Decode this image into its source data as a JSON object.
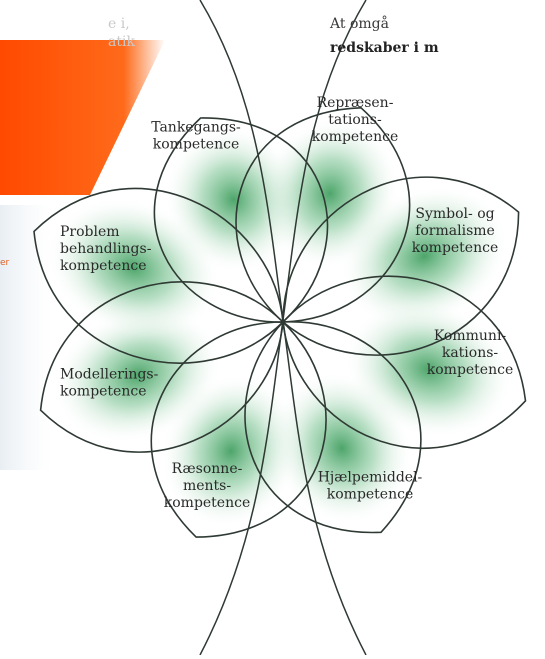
{
  "header": {
    "left_top": "e i,",
    "left_bottom": "atik",
    "right_top": "At omgå",
    "right_bottom": "redskaber i m"
  },
  "side_fragment": "er",
  "petals": [
    {
      "id": "tankegangs",
      "lines": [
        "Tankegangs-",
        "kompetence"
      ]
    },
    {
      "id": "repraesentations",
      "lines": [
        "Repræsen-",
        "tations-",
        "kompetence"
      ]
    },
    {
      "id": "symbol",
      "lines": [
        "Symbol- og",
        "formalisme",
        "kompetence"
      ]
    },
    {
      "id": "kommunikations",
      "lines": [
        "Kommuni-",
        "kations-",
        "kompetence"
      ]
    },
    {
      "id": "hjaelpemiddel",
      "lines": [
        "Hjælpemiddel-",
        "kompetence"
      ]
    },
    {
      "id": "raesonnements",
      "lines": [
        "Ræsonne-",
        "ments-",
        "kompetence"
      ]
    },
    {
      "id": "modellerings",
      "lines": [
        "Modellerings-",
        "kompetence"
      ]
    },
    {
      "id": "problem",
      "lines": [
        "Problem",
        "behandlings-",
        "kompetence"
      ]
    }
  ],
  "colors": {
    "petal_fill": "#3a9a5a",
    "outline": "#2f3a34",
    "accent": "#ff5500"
  }
}
